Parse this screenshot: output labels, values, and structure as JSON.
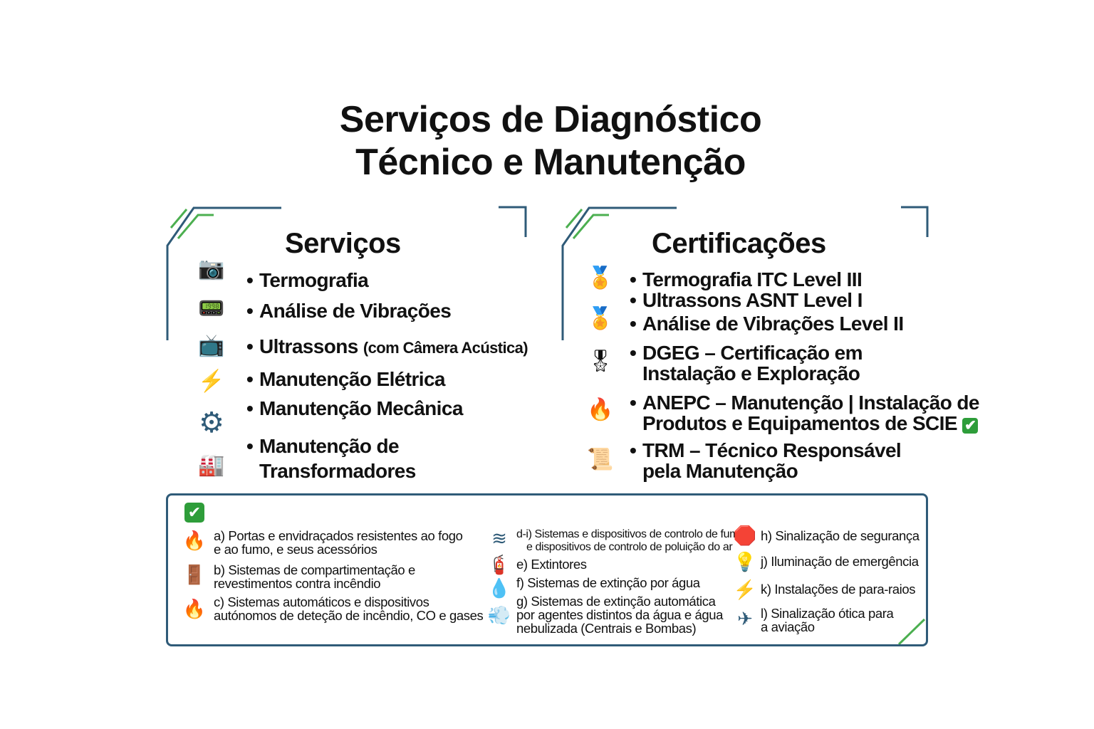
{
  "title": {
    "line1": "Serviços de Diagnóstico",
    "line2": "Técnico e Manutenção"
  },
  "colors": {
    "frame": "#2f5b78",
    "accent_green": "#4caf50",
    "check_green": "#2e9d3a"
  },
  "services": {
    "heading": "Serviços",
    "items": [
      {
        "icon": "thermal-camera-icon",
        "label": "Termografia"
      },
      {
        "icon": "vibration-analyzer-icon",
        "label": "Análise de Vibrações"
      },
      {
        "icon": "acoustic-camera-icon",
        "label": "Ultrassons",
        "note": "(com Câmera Acústica)"
      },
      {
        "icon": "lightning-icon",
        "label": "Manutenção Elétrica"
      },
      {
        "icon": "gear-icon",
        "label": "Manutenção Mecânica"
      },
      {
        "icon": "transformer-icon",
        "label": "Manutenção de",
        "label2": "Transformadores"
      }
    ]
  },
  "certifications": {
    "heading": "Certificações",
    "items": [
      {
        "icon": "award-ribbon-icon",
        "label": "Termografia ITC Level III"
      },
      {
        "label": "Ultrassons ASNT Level I"
      },
      {
        "icon": "award-ribbon-icon",
        "label": "Análise de Vibrações Level II"
      },
      {
        "icon": "medal-icon",
        "label": "DGEG – Certificação em",
        "label2": "Instalação e Exploração"
      },
      {
        "icon": "fire-icon",
        "label": "ANEPC – Manutenção | Instalação de",
        "label2": "Produtos e Equipamentos de SCIE"
      },
      {
        "icon": "certificate-icon",
        "label": "TRM – Técnico Responsável",
        "label2": "pela Manutenção"
      }
    ]
  },
  "scie": {
    "items": [
      {
        "icon": "fire-icon",
        "l1": "a) Portas e envidraçados resistentes ao fogo",
        "l2": "e ao fumo, e seus acessórios"
      },
      {
        "icon": "door-icon",
        "l1": "b) Sistemas de compartimentação e",
        "l2": "revestimentos contra incêndio"
      },
      {
        "icon": "fire-icon",
        "l1": "c) Sistemas automáticos e dispositivos",
        "l2": "autónomos de deteção de incêndio, CO e gases"
      },
      {
        "icon": "wind-icon",
        "l1": "d-i) Sistemas e dispositivos de controlo de fumo",
        "l2": "e dispositivos de controlo de poluição do ar"
      },
      {
        "icon": "fire-extinguisher-icon",
        "l1": "e) Extintores"
      },
      {
        "icon": "water-drop-icon",
        "l1": "f) Sistemas de extinção por água"
      },
      {
        "icon": "mist-cloud-icon",
        "l1": "g) Sistemas de extinção automática",
        "l2": "por agentes distintos da água e água",
        "l3": "nebulizada (Centrais e Bombas)"
      },
      {
        "icon": "stop-sign-icon",
        "l1": "h) Sinalização de segurança"
      },
      {
        "icon": "light-bulb-icon",
        "l1": "j) Iluminação de emergência"
      },
      {
        "icon": "lightning-icon",
        "l1": "k) Instalações de para-raios"
      },
      {
        "icon": "airplane-icon",
        "l1": "l) Sinalização ótica para",
        "l2": "a aviação"
      }
    ]
  }
}
